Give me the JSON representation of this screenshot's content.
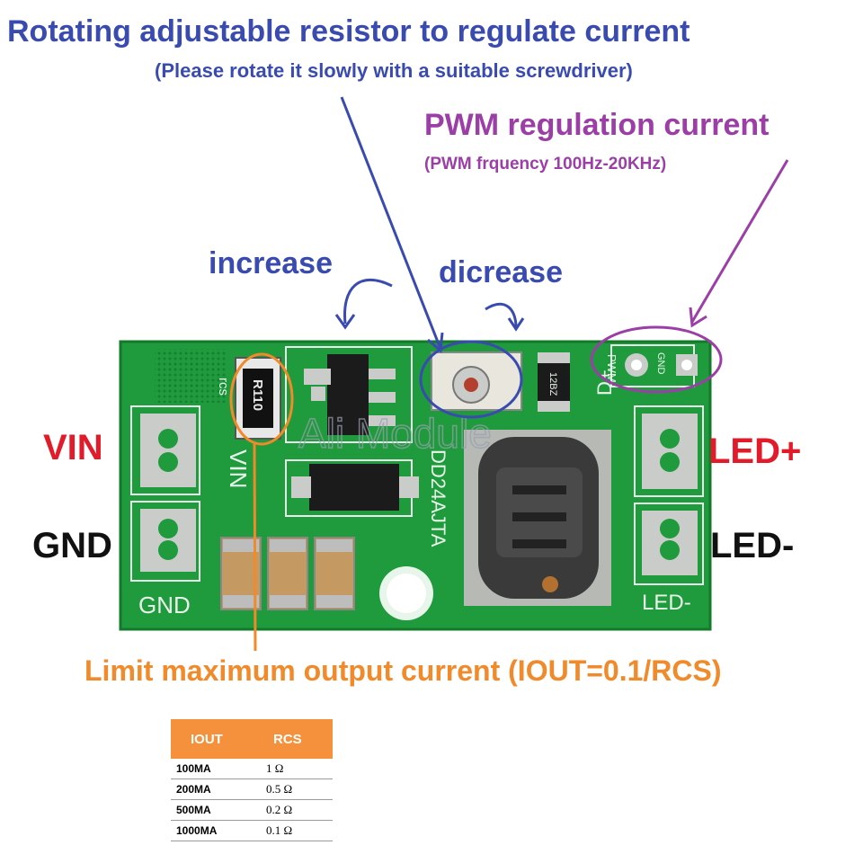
{
  "annotations": {
    "resistor_title": "Rotating adjustable resistor to regulate current",
    "resistor_subtitle": "(Please rotate it slowly with a suitable screwdriver)",
    "pwm_title": "PWM regulation current",
    "pwm_subtitle": "(PWM frquency 100Hz-20KHz)",
    "increase": "increase",
    "decrease": "dicrease",
    "limit": "Limit maximum output current (IOUT=0.1/RCS)"
  },
  "terminals": {
    "vin": "VIN",
    "gnd": "GND",
    "led_plus": "LED+",
    "led_minus": "LED-"
  },
  "board": {
    "silk_vin": "VIN",
    "silk_gnd": "GND",
    "silk_led_minus": "LED-",
    "silk_dplus": "D+",
    "silk_rcs": "rcs",
    "silk_pwm": "PWM",
    "silk_gnd_small": "GND",
    "part_id": "DD24AJTA",
    "resistor_code": "R110",
    "small_chip_code": "12BZ",
    "watermark": "Ali Module",
    "colors": {
      "pcb": "#1f9a3c",
      "pcb_dark": "#137a2a",
      "silk": "#e8f5ea",
      "pad": "#c9ccc9"
    }
  },
  "table": {
    "headers": [
      "IOUT",
      "RCS"
    ],
    "rows": [
      [
        "100MA",
        "1 Ω"
      ],
      [
        "200MA",
        "0.5 Ω"
      ],
      [
        "500MA",
        "0.2 Ω"
      ],
      [
        "1000MA",
        "0.1 Ω"
      ]
    ]
  },
  "colors": {
    "blue": "#3a4bb0",
    "purple": "#9b3fa6",
    "orange": "#f08a2a",
    "red": "#e21b2a"
  }
}
